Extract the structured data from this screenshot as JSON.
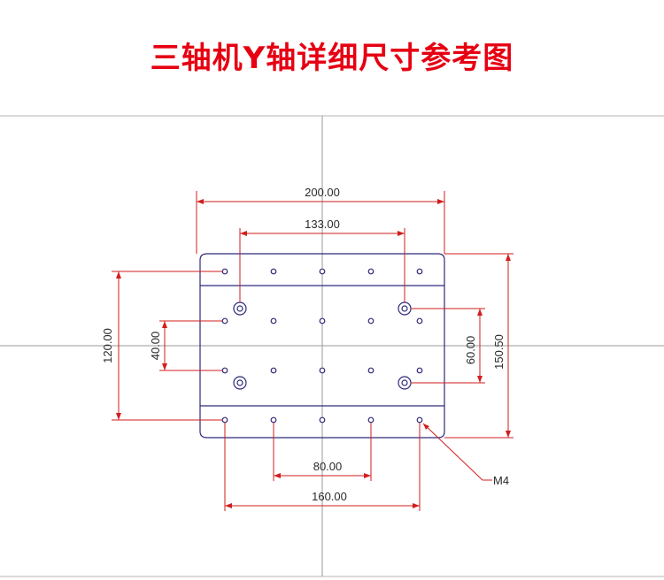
{
  "title": "三轴机Y轴详细尺寸参考图",
  "colors": {
    "title": "#e60012",
    "dimension": "#d21e1e",
    "outline": "#2f2a7a",
    "border": "#b4b4b4",
    "crosshair": "#9a9a9a"
  },
  "dimensions": {
    "width_overall": "200.00",
    "cbore_spacing_x": "133.00",
    "height_rows": "120.00",
    "height_inner": "40.00",
    "cbore_spacing_y": "60.00",
    "height_overall": "150.50",
    "hole_spacing_80": "80.00",
    "hole_spacing_160": "160.00"
  },
  "callout": "M4"
}
